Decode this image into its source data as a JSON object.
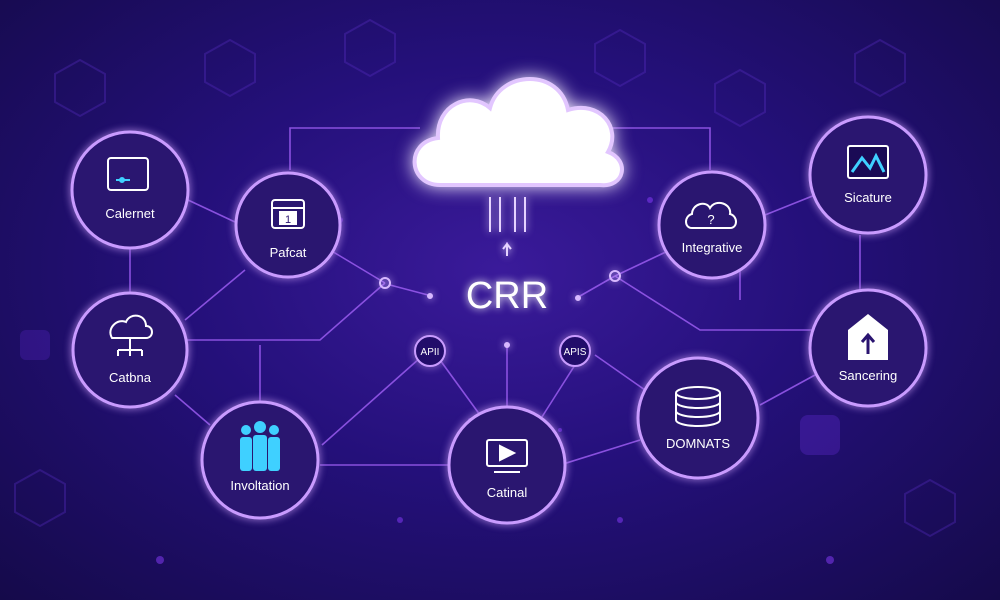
{
  "title": "CRR",
  "colors": {
    "background": "#1b0d55",
    "glow": "#b36bff",
    "line": "#9b5cf0",
    "node_fill": "#2a1470",
    "accent": "#3fd0ff"
  },
  "hub": {
    "label": "CRR",
    "icon": "cloud-icon"
  },
  "connectors": [
    {
      "label": "APII"
    },
    {
      "label": "APIS"
    }
  ],
  "nodes": [
    {
      "id": "calernet",
      "label": "Calernet",
      "icon": "browser-window-icon"
    },
    {
      "id": "pafcat",
      "label": "Pafcat",
      "icon": "calendar-icon"
    },
    {
      "id": "catbna",
      "label": "Catbna",
      "icon": "tree-network-icon"
    },
    {
      "id": "involtation",
      "label": "Involtation",
      "icon": "people-group-icon"
    },
    {
      "id": "catinal",
      "label": "Catinal",
      "icon": "video-player-icon"
    },
    {
      "id": "integrative",
      "label": "Integrative",
      "icon": "cloud-question-icon"
    },
    {
      "id": "sicature",
      "label": "Sicature",
      "icon": "chart-image-icon"
    },
    {
      "id": "sancering",
      "label": "Sancering",
      "icon": "upload-house-icon"
    },
    {
      "id": "domnats",
      "label": "DOMNATS",
      "icon": "database-icon"
    }
  ]
}
